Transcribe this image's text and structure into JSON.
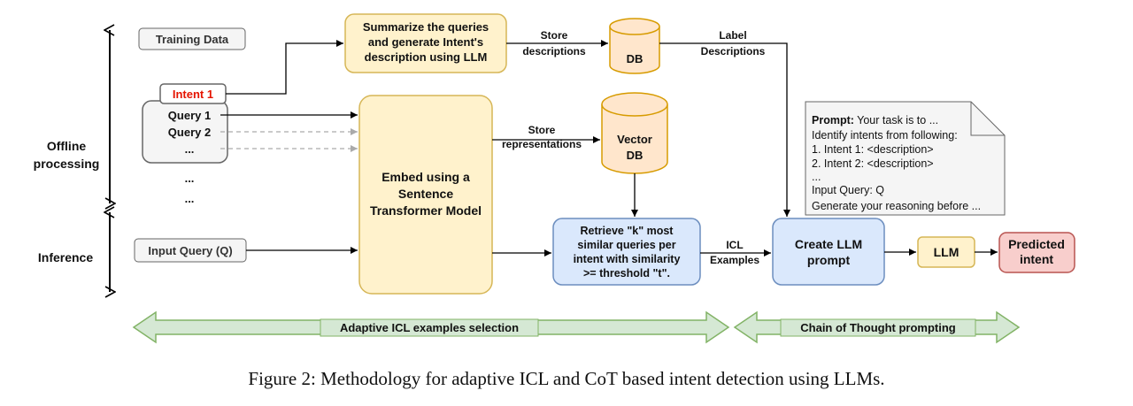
{
  "side_labels": {
    "offline_line1": "Offline",
    "offline_line2": "processing",
    "inference": "Inference"
  },
  "inputs": {
    "training_data": "Training Data",
    "intent": "Intent 1",
    "query1": "Query 1",
    "query2": "Query 2",
    "dots": "...",
    "input_query": "Input Query (Q)"
  },
  "nodes": {
    "summarize": [
      "Summarize the queries",
      "and generate Intent's",
      "description using LLM"
    ],
    "db": "DB",
    "vector_db": [
      "Vector",
      "DB"
    ],
    "embed": [
      "Embed using a",
      "Sentence",
      "Transformer Model"
    ],
    "retrieve": [
      "Retrieve \"k\" most",
      "similar queries per",
      "intent with similarity",
      ">= threshold \"t\"."
    ],
    "create_prompt": [
      "Create LLM",
      "prompt"
    ],
    "llm": "LLM",
    "predicted": [
      "Predicted",
      "intent"
    ]
  },
  "edge_labels": {
    "store_descriptions": [
      "Store",
      "descriptions"
    ],
    "label_descriptions": [
      "Label",
      "Descriptions"
    ],
    "store_representations": [
      "Store",
      "representations"
    ],
    "icl_examples": [
      "ICL",
      "Examples"
    ]
  },
  "prompt_doc": {
    "bold_prefix": "Prompt:",
    "first_line_rest": " Your task is to ...",
    "lines": [
      "Identify intents from following:",
      "1. Intent 1: <description>",
      "2. Intent 2: <description>",
      "...",
      "Input Query: Q",
      "Generate your reasoning before ..."
    ]
  },
  "bands": {
    "adaptive": "Adaptive ICL examples selection",
    "cot": "Chain of Thought prompting"
  },
  "caption": "Figure 2: Methodology for adaptive ICL and CoT based intent detection using LLMs.",
  "colors": {
    "yellow_fill": "#fff2cc",
    "yellow_stroke": "#d6b656",
    "orange_fill": "#ffe6cc",
    "orange_stroke": "#d79b00",
    "blue_fill": "#dae8fc",
    "blue_stroke": "#6c8ebf",
    "red_fill": "#f8cecc",
    "red_stroke": "#b85450",
    "green_fill": "#d5e8d4",
    "green_stroke": "#82b366",
    "intent_text": "#e51400"
  }
}
